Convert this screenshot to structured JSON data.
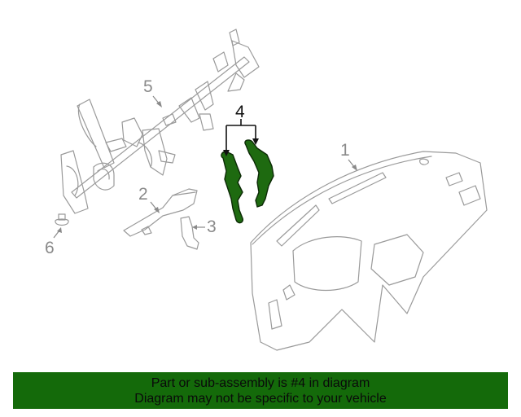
{
  "diagram": {
    "type": "exploded parts diagram",
    "subject": "Instrument panel assembly",
    "highlight_color": "#1e6a10",
    "callouts": [
      {
        "id": "1",
        "label": "1",
        "part": "instrument-panel"
      },
      {
        "id": "2",
        "label": "2",
        "part": "bracket"
      },
      {
        "id": "3",
        "label": "3",
        "part": "bracket-small"
      },
      {
        "id": "4",
        "label": "4",
        "part": "support-brackets",
        "highlighted": true
      },
      {
        "id": "5",
        "label": "5",
        "part": "reinforcement-beam"
      },
      {
        "id": "6",
        "label": "6",
        "part": "clip"
      }
    ]
  },
  "banner": {
    "line1": "Part or sub-assembly is #4 in diagram",
    "line2": "Diagram may not be specific to your vehicle",
    "background": "#146a0a"
  }
}
